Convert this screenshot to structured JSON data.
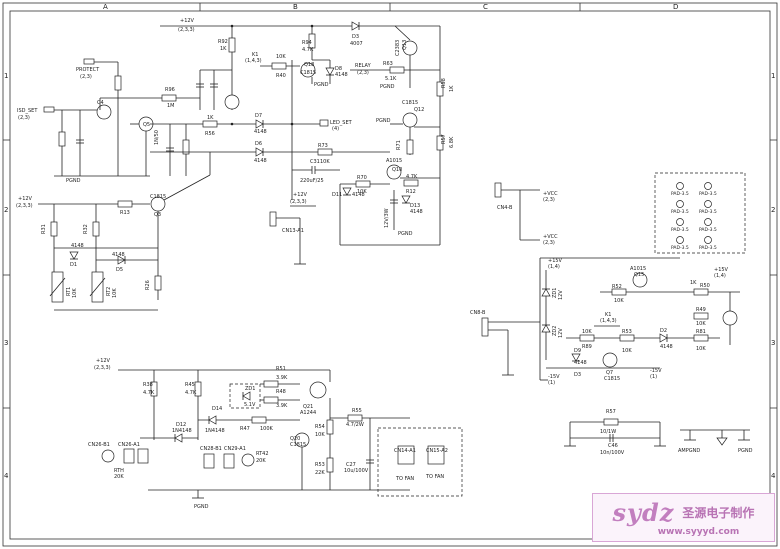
{
  "grid": {
    "cols": [
      "A",
      "B",
      "C",
      "D"
    ],
    "rows": [
      "1",
      "2",
      "3",
      "4"
    ]
  },
  "components": {
    "r92": "R92",
    "r92v": "1K",
    "r94": "R94",
    "r94v": "4.7K",
    "d3": "D3",
    "d3v": "4007",
    "q13": "C2383",
    "q13b": "Q13",
    "r63": "R63",
    "r63v": "5.1K",
    "r40": "R40",
    "r40v": "10K",
    "q18": "Q18",
    "q18v": "C1815",
    "d8": "D8",
    "d8v": "4148",
    "r58": "R58",
    "r58v": "1K",
    "r57": "R57",
    "r57v": "6.8K",
    "r96": "R96",
    "r96v": "1M",
    "c4": "C4",
    "q5": "Q5",
    "d7": "D7",
    "d7v": "4148",
    "r56": "R56",
    "r56v": "1K",
    "d6": "D6",
    "d6v": "4148",
    "c31": "C31",
    "c31v": "220uF/25",
    "r73": "R73",
    "r73v": "10K",
    "q12": "Q12",
    "q12v": "C1815",
    "q10": "A1015",
    "q10b": "Q10",
    "r71": "R71",
    "r71v": "6.8K",
    "d11": "D11",
    "d11v": "4148",
    "d13": "D13",
    "d13v": "4148",
    "r12": "R12",
    "r12v": "4.7K",
    "r70": "R70",
    "r70v": "10K",
    "c14": "C14",
    "c14v": "1N/50",
    "q3": "Q3",
    "q3v": "C1815",
    "r13": "R13",
    "rt1": "RT1",
    "rt2": "RT2",
    "rt1v": "10K",
    "rt2v": "10K",
    "d1": "D1",
    "d1v": "4148",
    "d5": "D5",
    "d5v": "4148",
    "r31": "R31",
    "r32": "R32",
    "r26": "R26",
    "r38": "R38",
    "r38v": "4.7K",
    "r45": "R45",
    "r45v": "4.7K",
    "d12": "D12",
    "d12v": "1N4148",
    "d14": "D14",
    "d14v": "1N4148",
    "zd1": "ZD1",
    "zd1v": "5.1V",
    "r51": "R51",
    "r51v": "3.9K",
    "r48": "R48",
    "r48v": "3.9K",
    "q21": "Q21",
    "q21v": "A1244",
    "r47": "R47",
    "r47v": "100K",
    "q20": "Q20",
    "q20v": "C1815",
    "r54": "R54",
    "r54v": "10K",
    "r55": "R55",
    "r55v": "4.7/2W",
    "r53": "R53",
    "r53v": "22K",
    "c27": "C27",
    "c27v": "10u/100V",
    "rth": "RTH",
    "rthv": "20K",
    "rt42": "RT42",
    "rt42v": "20K",
    "q15": "Q15",
    "q15v": "A1015",
    "q7": "Q7",
    "q7v": "C1815",
    "d2": "D2",
    "d2v": "4148",
    "r50": "R50",
    "r50v": "1K",
    "r49": "R49",
    "r49v": "10K",
    "r52": "R52",
    "r52v": "10K",
    "r53b": "R53",
    "r53bv": "10K",
    "r81": "R81",
    "r81v": "10K",
    "r89": "R89",
    "r89v": "10K",
    "d9": "D9",
    "d9v": "4148",
    "d3b": "D3",
    "d3bv": "4148",
    "zd1b": "ZD1",
    "zd1bv": "12V",
    "zd2": "ZD2",
    "zd2v": "12V",
    "r57b": "R57",
    "r57bv": "10/1W",
    "c46": "C46",
    "c46v": "10n/100V"
  },
  "nets": {
    "v12_top": "+12V",
    "v12_top_ref": "(2,3,3)",
    "protect": "PROTECT",
    "protect_ref": "(2,3)",
    "isd_set": "ISD_SET",
    "isd_set_ref": "(2,3)",
    "k1": "K1",
    "k1_ref": "(1,4,3)",
    "relay": "RELAY",
    "relay_ref": "(2,3)",
    "led_set": "LED_SET",
    "led_set_ref": "(4)",
    "pgnd": "PGND",
    "v12_mid": "+12V",
    "v12_mid_ref": "(2,3,3)",
    "v12_left": "+12V",
    "v12_left_ref": "(2,3,3)",
    "cn13": "CN13-A1",
    "v12_r": "12V/3W",
    "vcc": "+VCC",
    "vcc_ref": "(2,3)",
    "vcc2": "+VCC",
    "vcc2_ref": "(2,3)",
    "cn4": "CN4-B",
    "cn8": "CN8-B",
    "v15": "+15V",
    "v15_ref": "(1,4)",
    "v15b": "+15V",
    "v15b_ref": "(1,4)",
    "k1b": "K1",
    "k1b_ref": "(1,4,3)",
    "v15n": "-15V",
    "v15n_ref": "(1)",
    "v15n2": "-15V",
    "v15n2_ref": "(1)",
    "v12_bot": "+12V",
    "v12_bot_ref": "(2,3,3)",
    "cn26a": "CN26-B1",
    "cn26b": "CN26-A1",
    "cn28a": "CN28-B1",
    "cn29a": "CN29-A1",
    "cn14": "CN14-A1",
    "cn15": "CN15-A2",
    "fan1": "TO FAN",
    "fan2": "TO FAN",
    "pgnd_b": "PGND",
    "ampgnd": "AMPGND",
    "pgnd_c": "PGND"
  },
  "pad_labels": [
    "PAD-3.5",
    "PAD-3.5",
    "PAD-3.5",
    "PAD-3.5",
    "PAD-3.5",
    "PAD-3.5",
    "PAD-3.5",
    "PAD-3.5"
  ],
  "watermark": {
    "logo": "sydz",
    "name": "圣源电子制作",
    "url": "www.syyyd.com"
  }
}
